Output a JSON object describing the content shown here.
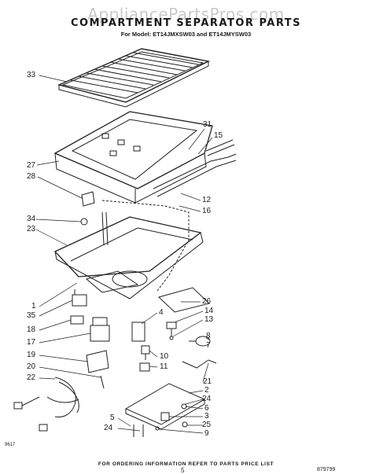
{
  "watermark": "AppliancePartsPros.com",
  "title": "COMPARTMENT SEPARATOR PARTS",
  "model": "For Model: ET14JMXSW03 and ET14JMYSW03",
  "footer": "FOR ORDERING INFORMATION REFER TO PARTS PRICE LIST",
  "page_number": "5",
  "code_left": "9617",
  "code_right": "879799",
  "callouts": {
    "c33": "33",
    "c31": "31",
    "c15": "15",
    "c27": "27",
    "c28": "28",
    "c12": "12",
    "c16": "16",
    "c34": "34",
    "c23": "23",
    "c1": "1",
    "c26": "26",
    "c35": "35",
    "c4": "4",
    "c14": "14",
    "c13": "13",
    "c18": "18",
    "c17": "17",
    "c8": "8",
    "c7": "7",
    "c19": "19",
    "c10": "10",
    "c20": "20",
    "c11": "11",
    "c21": "21",
    "c22": "22",
    "c2": "2",
    "c24a": "24",
    "c6": "6",
    "c5": "5",
    "c3": "3",
    "c24b": "24",
    "c25": "25",
    "c9": "9"
  }
}
